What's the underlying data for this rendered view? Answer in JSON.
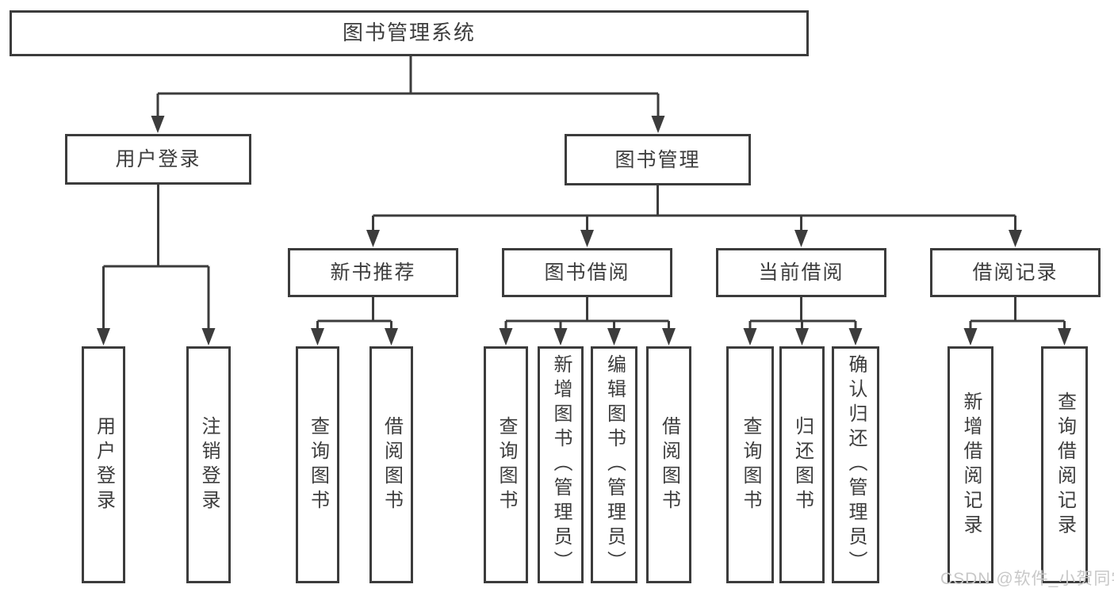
{
  "diagram": {
    "type": "hierarchy-chart",
    "title": "图书管理系统"
  },
  "nodes": {
    "root": "图书管理系统",
    "user_login": "用户登录",
    "book_management": "图书管理",
    "new_book_recommendation": "新书推荐",
    "book_borrowing": "图书借阅",
    "current_borrowing": "当前借阅",
    "borrowing_records": "借阅记录",
    "leaf_user_login": "用户登录",
    "leaf_logout": "注销登录",
    "leaf_rec_query_books": "查询图书",
    "leaf_rec_borrow_books": "借阅图书",
    "leaf_bor_query_books": "查询图书",
    "leaf_bor_add_books_admin": "新增图书（管理员）",
    "leaf_bor_edit_books_admin": "编辑图书（管理员）",
    "leaf_bor_borrow_books": "借阅图书",
    "leaf_cur_query_books": "查询图书",
    "leaf_cur_return_books": "归还图书",
    "leaf_cur_confirm_return_admin": "确认归还（管理员）",
    "leaf_recd_add_borrow_record": "新增借阅记录",
    "leaf_recd_query_borrow_record": "查询借阅记录"
  },
  "watermark": "CSDN @软件_小贺同学",
  "colors": {
    "line": "#3c3c3c",
    "box_border": "#3c3c3c",
    "text": "#3d3d3d",
    "background": "#ffffff",
    "watermark": "#c8c8c8"
  }
}
